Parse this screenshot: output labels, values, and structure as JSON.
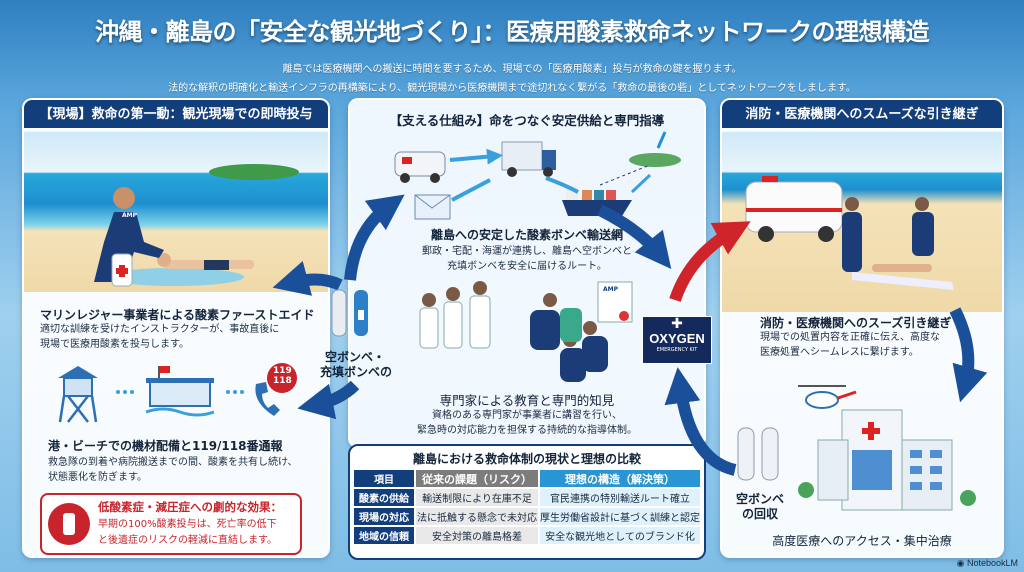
{
  "title": "沖縄・離島の「安全な観光地づくり」：医療用酸素救命ネットワークの理想構造",
  "subtitle_lines": [
    "離島では医療機関への搬送に時間を要するため、現場での「医療用酸素」投与が救命の鍵を握ります。",
    "法的な解釈の明確化と輸送インフラの再構築により、観光現場から医療機関まで途切れなく繋がる「救命の最後の砦」としてネットワークをしまします。"
  ],
  "left": {
    "header": "【現場】救命の第一動：観光現場での即時投与",
    "wetsuit_logo": "AMP",
    "item1": {
      "heading": "マリンレジャー事業者による酸素ファーストエイド",
      "lines": [
        "適切な訓練を受けたインストラクターが、事故直後に",
        "現場で医療用酸素を投与します。"
      ]
    },
    "phone_badge": [
      "119",
      "118"
    ],
    "item2": {
      "heading": "港・ビーチでの機材配備と119/118番通報",
      "lines": [
        "救急隊の到着や病院搬送までの間、酸素を共有し続け、",
        "状態悪化を防ぎます。"
      ]
    },
    "callout": {
      "heading": "低酸素症・減圧症への劇的な効果：",
      "lines": [
        "早期の100%酸素投与は、死亡率の低下",
        "と後遺症のリスクの軽減に直結します。"
      ]
    }
  },
  "center": {
    "header": "【支える仕組み】命をつなぐ安定供給と専門指導",
    "item1": {
      "heading": "離島への安定した酸素ボンベ輸送網",
      "lines": [
        "郵政・宅配・海運が連携し、離島へ空ボンベと",
        "充填ボンベを安全に届けるルート。"
      ]
    },
    "certificate": "AMP",
    "item2": {
      "heading": "専門家による教育と専門的知見",
      "lines": [
        "資格のある専門家が事業者に講習を行い、",
        "緊急時の対応能力を担保する持続的な指導体制。"
      ]
    },
    "cylinder_label": [
      "空ボンベ・",
      "充填ボンベの"
    ]
  },
  "oxygen_kit": {
    "title": "OXYGEN",
    "subtitle": "EMERGENCY KIT"
  },
  "table": {
    "title": "離島における救命体制の現状と理想の比較",
    "headers": [
      "項目",
      "従来の課題（リスク）",
      "理想の構造（解決策）"
    ],
    "rows": [
      [
        "酸素の供給",
        "輸送制限により在庫不足",
        "官民連携の特別輸送ルート確立"
      ],
      [
        "現場の対応",
        "法に抵触する懸念で未対応",
        "厚生労働省設計に基づく訓練と認定"
      ],
      [
        "地域の信頼",
        "安全対策の離島格差",
        "安全な観光地としてのブランド化"
      ]
    ]
  },
  "right": {
    "header": "消防・医療機関へのスムーズな引き継ぎ",
    "item1": {
      "heading": "消防・医療機関へのスーズ引き継ぎ",
      "lines": [
        "現場での処置内容を正確に伝え、高度な",
        "医療処置へシームレスに繋げます。"
      ]
    },
    "cylinder_label": [
      "空ボンベ",
      "の回収"
    ],
    "caption": "高度医療へのアクセス・集中治療"
  },
  "watermark": "NotebookLM",
  "colors": {
    "navy": "#123e7c",
    "red": "#c8242b",
    "accent": "#1f8fd6"
  }
}
